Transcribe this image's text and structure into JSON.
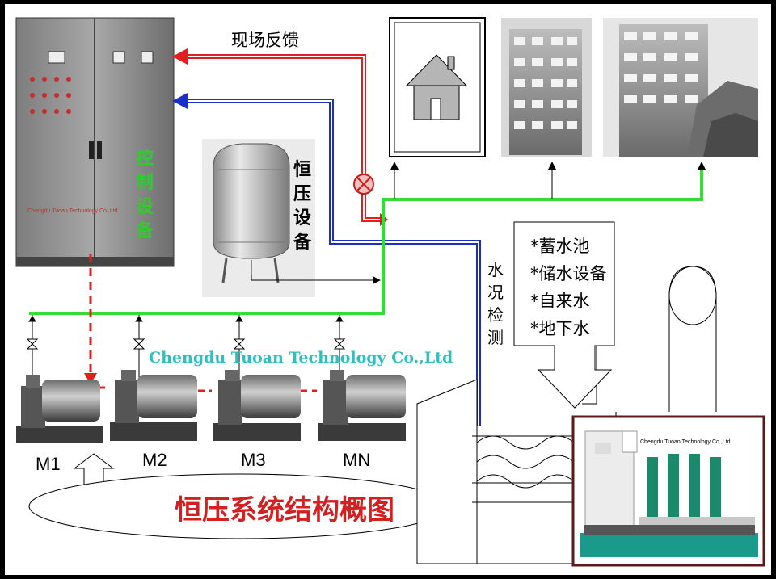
{
  "diagram": {
    "cabinet": {
      "brand": "Chengdu Tuoan Technology Co.,Ltd",
      "label": [
        "控",
        "制",
        "设",
        "备"
      ]
    },
    "feedback_label": "现场反馈",
    "tank_label": [
      "恒",
      "压",
      "设",
      "备"
    ],
    "monitor_label": [
      "水",
      "况",
      "检",
      "测"
    ],
    "company_banner": "Chengdu Tuoan Technology Co.,Ltd",
    "pumps": [
      "M1",
      "M2",
      "M3",
      "MN"
    ],
    "water_sources": [
      "*蓄水池",
      "*储水设备",
      "*自来水",
      "*地下水"
    ],
    "title": "恒压系统结构概图",
    "photo_brand": "Chengdu Tuoan Technology Co.,Ltd",
    "colors": {
      "background": "#ffffff",
      "frame": "#000000",
      "supply_pipe": "#33dd33",
      "feedback": "#e02020",
      "signal": "#1a2ec8",
      "title": "#d42020",
      "banner": "#2ec0c0"
    }
  }
}
